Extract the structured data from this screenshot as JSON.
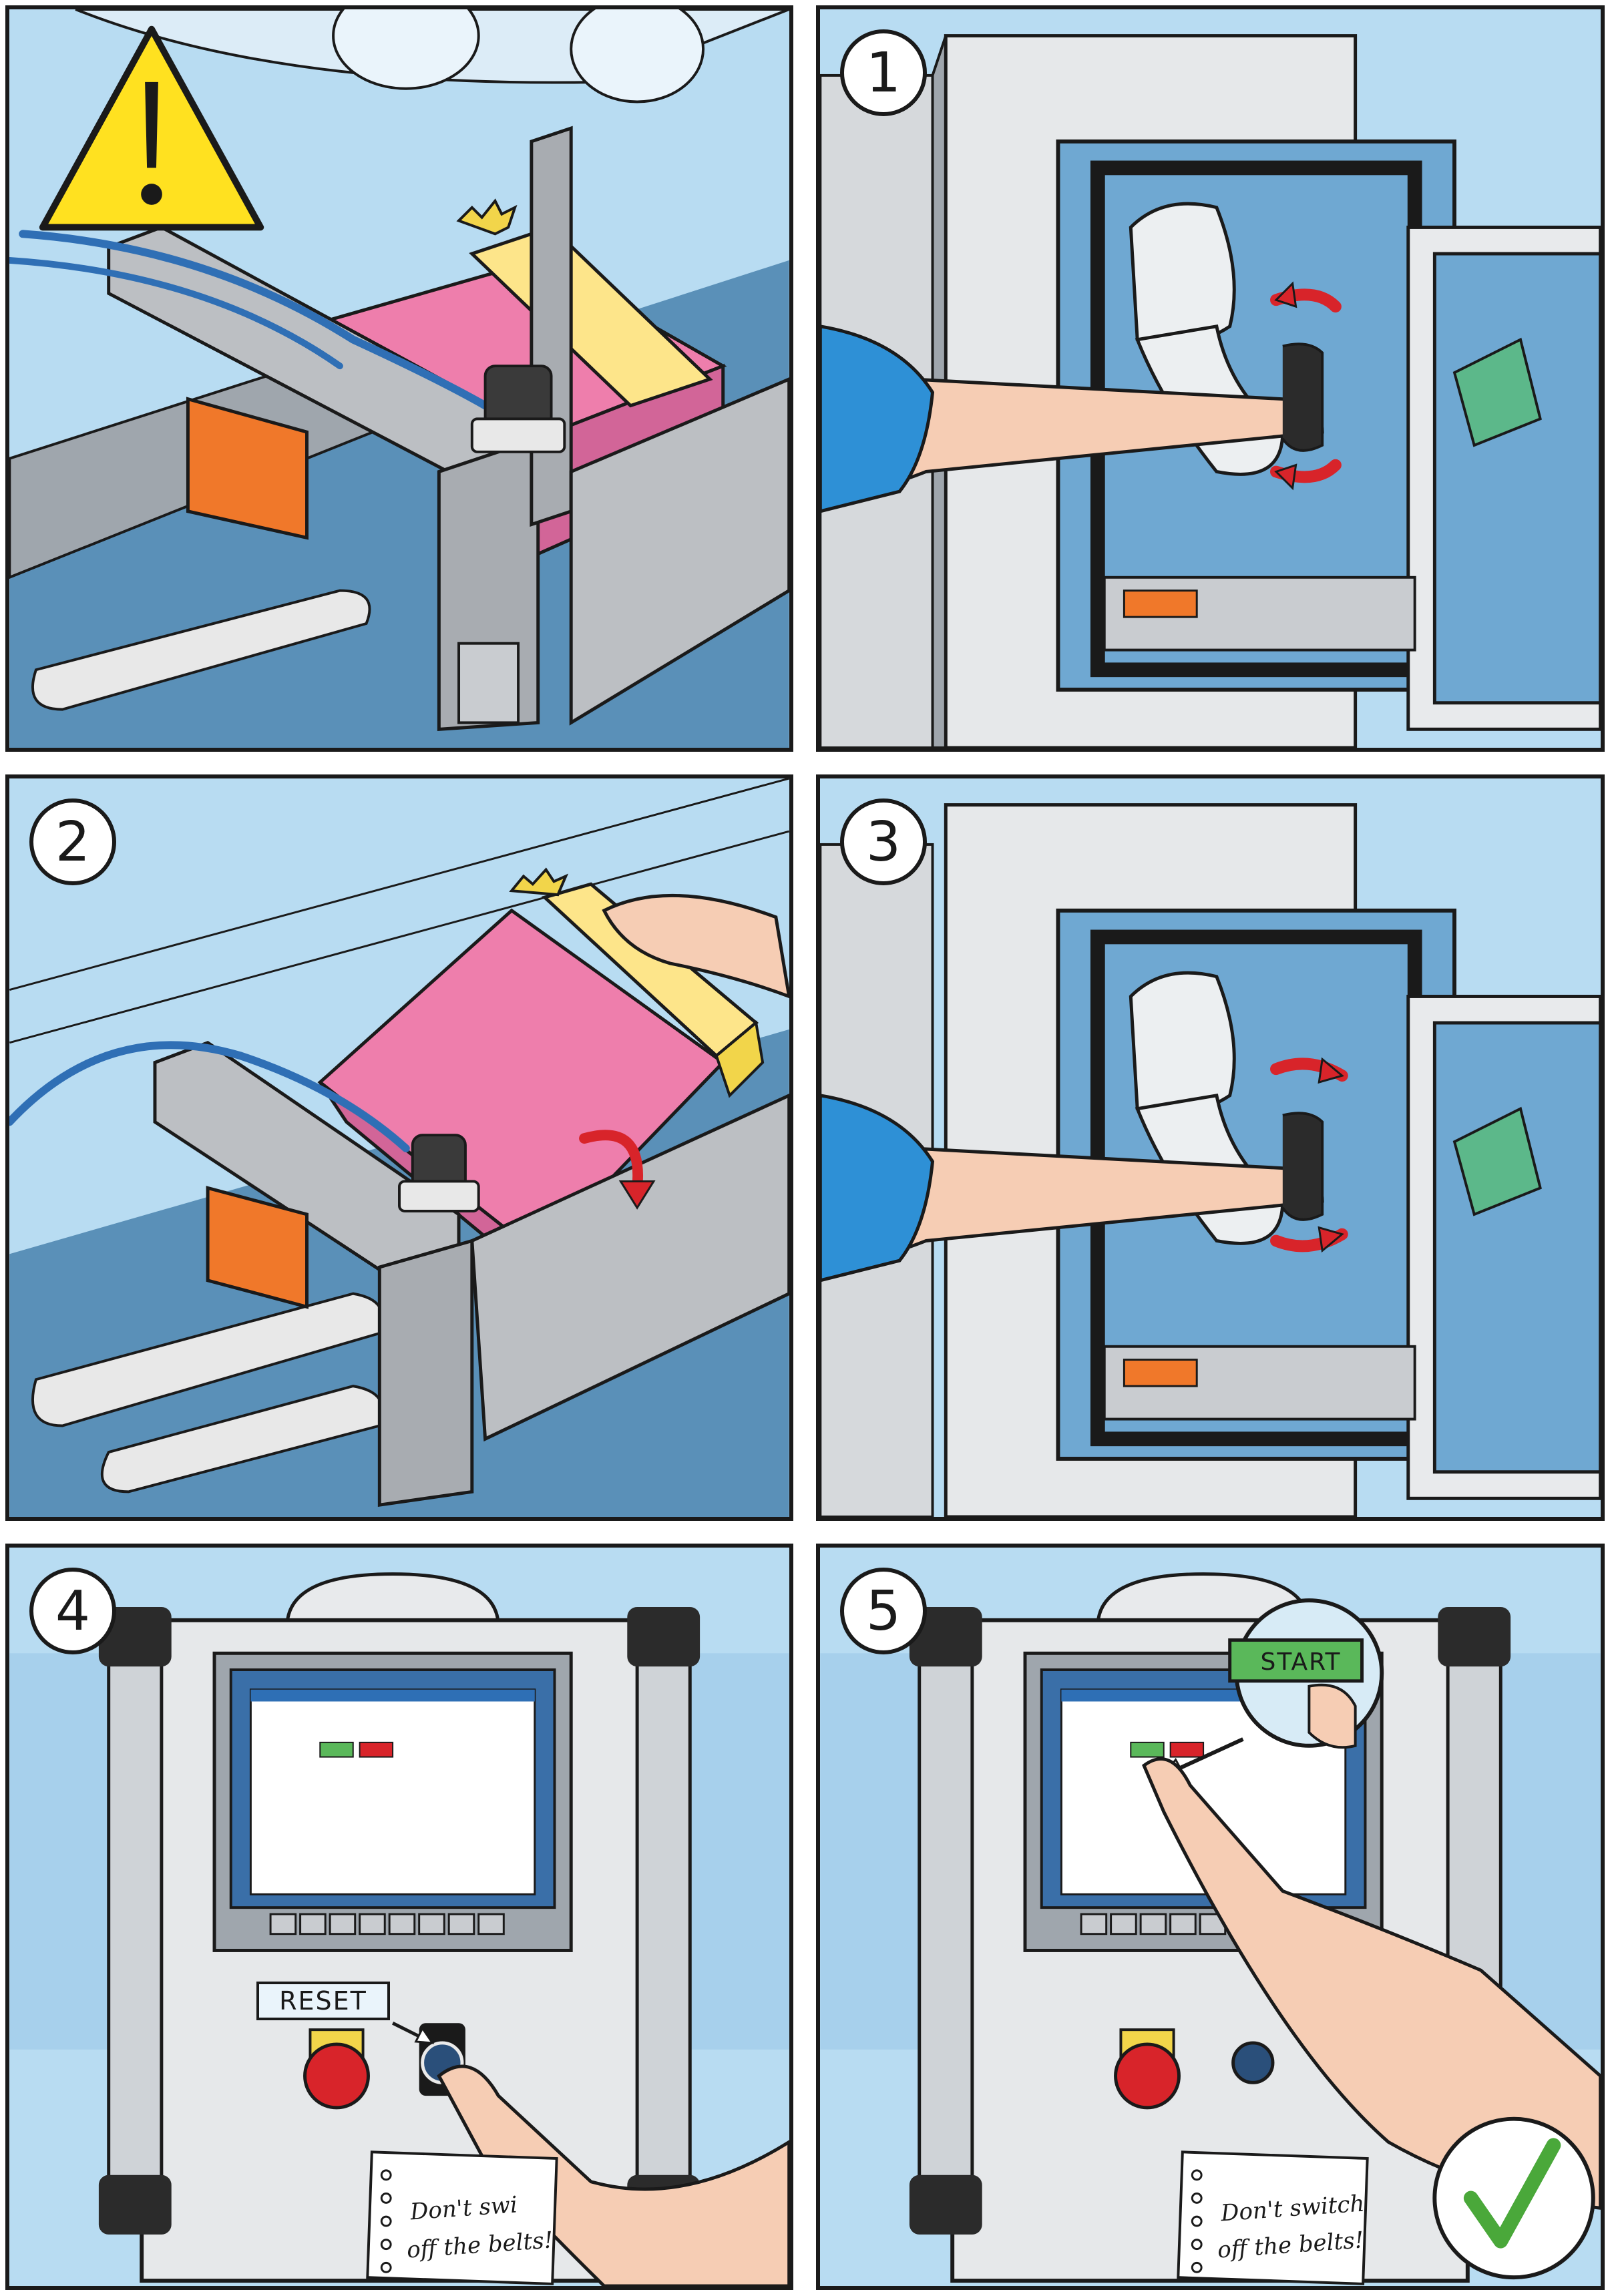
{
  "panels": [
    {
      "id": "warning",
      "step": ""
    },
    {
      "id": "open-door",
      "step": "1"
    },
    {
      "id": "fix-box",
      "step": "2"
    },
    {
      "id": "close-door",
      "step": "3"
    },
    {
      "id": "reset",
      "step": "4"
    },
    {
      "id": "start",
      "step": "5"
    }
  ],
  "labels": {
    "reset": "RESET",
    "start": "START",
    "note_line1": "Don't switch",
    "note_line2": "off the belts!"
  },
  "colors": {
    "sky": "#b8dcf2",
    "belt": "#5a90b8",
    "box_pink": "#ee7eac",
    "box_yellow": "#fde58a",
    "sensor_orange": "#f0782a",
    "warning_yellow": "#ffe120",
    "arrow_red": "#d8242a",
    "check_green": "#4aa83a",
    "start_green": "#5ab85a"
  },
  "icons": {
    "warning": "warning-triangle-icon",
    "check": "checkmark-icon",
    "rotate": "rotate-arrow-icon"
  }
}
